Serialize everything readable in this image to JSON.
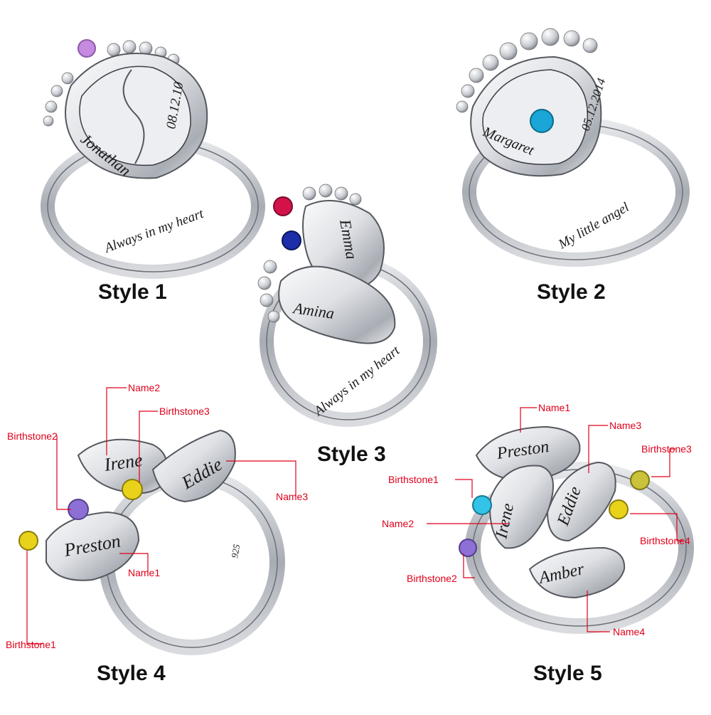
{
  "colors": {
    "callout": "#e0001a",
    "metal_light": "#f4f5f7",
    "metal_mid": "#c9ccd2",
    "metal_dark": "#7c8089",
    "outline": "#55595f"
  },
  "styles": [
    {
      "title": "Style 1",
      "engraving_front": [
        "Jonathan",
        "08.12.10"
      ],
      "engraving_inside": "Always in my heart",
      "stones": [
        "lavender"
      ]
    },
    {
      "title": "Style 2",
      "engraving_front": [
        "Margaret",
        "05.12.2014"
      ],
      "engraving_inside": "My little angel",
      "stones": [
        "blue-topaz"
      ]
    },
    {
      "title": "Style 3",
      "engraving_front": [
        "Emma",
        "Amina"
      ],
      "engraving_inside": "Always in my heart",
      "stones": [
        "ruby",
        "sapphire"
      ]
    },
    {
      "title": "Style 4",
      "engraving_front": [
        "Irene",
        "Eddie",
        "Preston"
      ],
      "hallmark": "925",
      "labels": {
        "name1": "Name1",
        "name2": "Name2",
        "name3": "Name3",
        "birthstone1": "Birthstone1",
        "birthstone2": "Birthstone2",
        "birthstone3": "Birthstone3"
      }
    },
    {
      "title": "Style 5",
      "engraving_front": [
        "Preston",
        "Irene",
        "Eddie",
        "Amber"
      ],
      "labels": {
        "name1": "Name1",
        "name2": "Name2",
        "name3": "Name3",
        "name4": "Name4",
        "birthstone1": "Birthstone1",
        "birthstone2": "Birthstone2",
        "birthstone3": "Birthstone3",
        "birthstone4": "Birthstone4"
      }
    }
  ],
  "stone_colors": {
    "lavender": "#c58be0",
    "blue-topaz": "#1aa6d6",
    "ruby": "#d4124a",
    "sapphire": "#1c2fa8",
    "citrine": "#e8d21a",
    "amethyst": "#8d6fd6",
    "aquamarine": "#33c3e6",
    "peridot": "#c9c23a"
  }
}
